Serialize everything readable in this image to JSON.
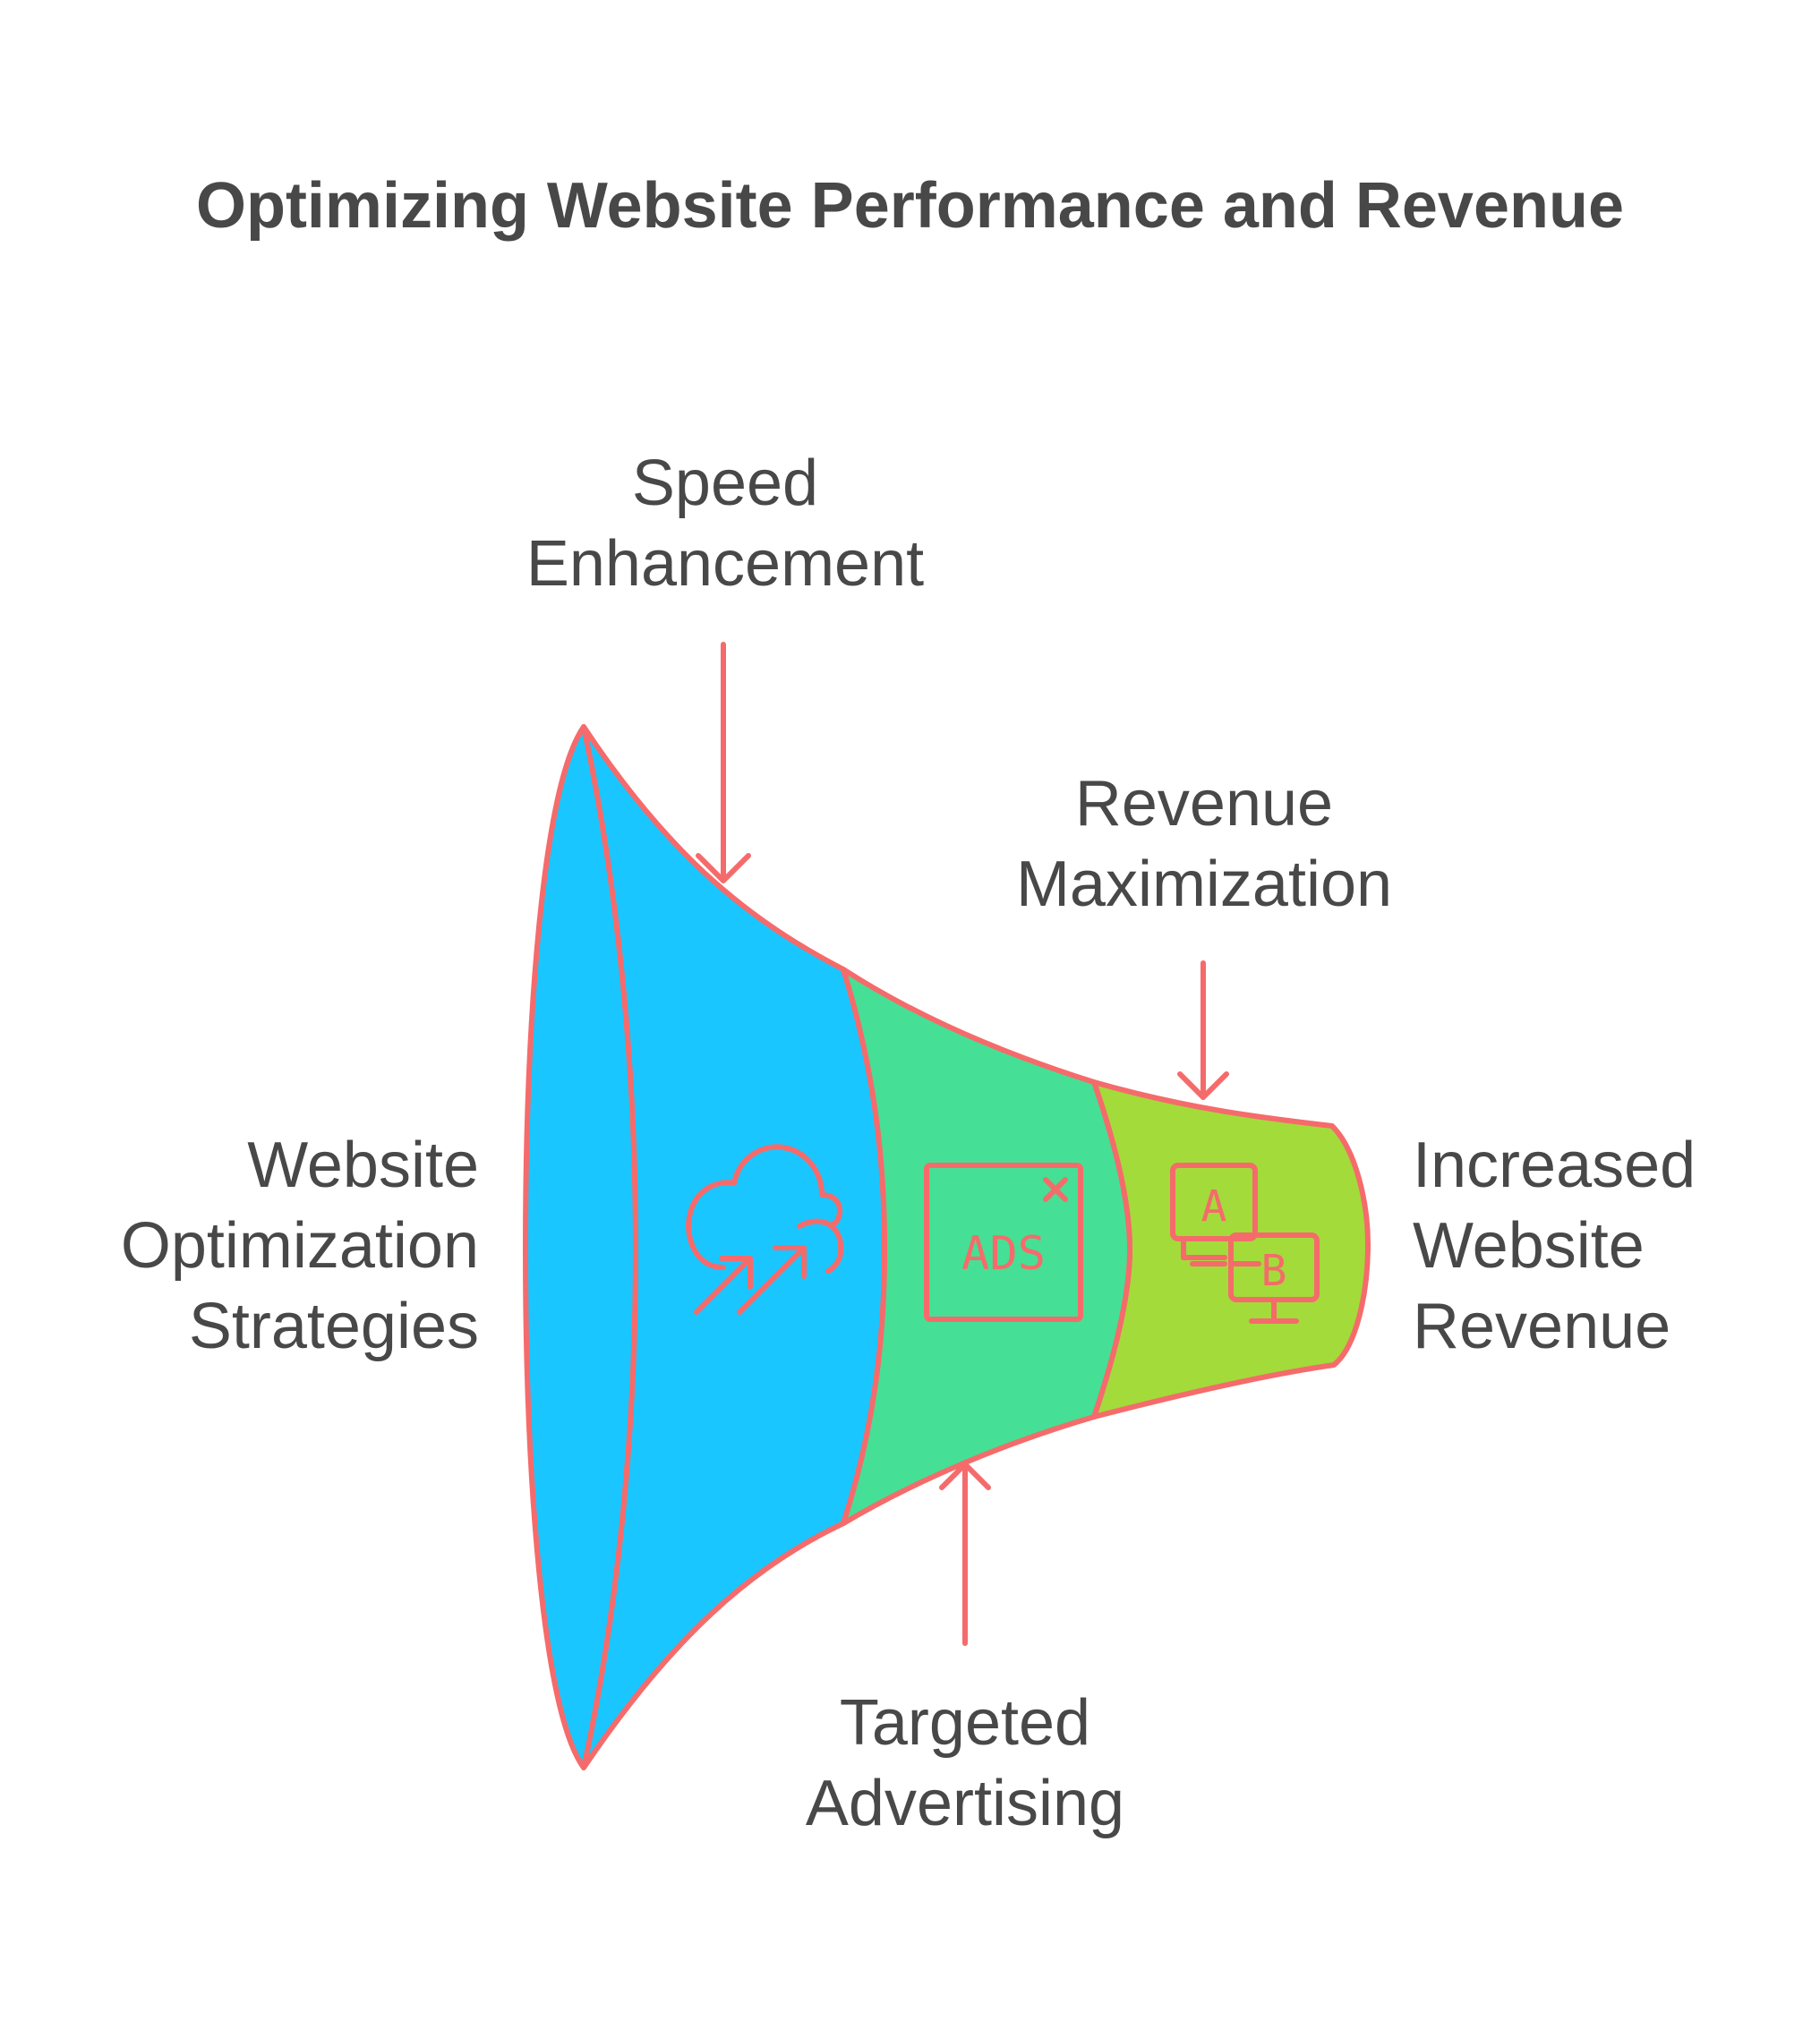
{
  "title": "Optimizing Website Performance and Revenue",
  "labels": {
    "input": [
      "Website",
      "Optimization",
      "Strategies"
    ],
    "speed": [
      "Speed",
      "Enhancement"
    ],
    "revenue": [
      "Revenue",
      "Maximization"
    ],
    "ads": [
      "Targeted",
      "Advertising"
    ],
    "output": [
      "Increased",
      "Website",
      "Revenue"
    ]
  },
  "icons": {
    "speed": "cloud-upload-arrows-icon",
    "ads": "ads-window-icon",
    "ab": "ab-test-icon",
    "ads_text": "ADS",
    "ab_a": "A",
    "ab_b": "B"
  },
  "colors": {
    "stroke": "#F56B6B",
    "stage1": "#1AC6FF",
    "stage2": "#45E095",
    "stage3": "#A3DB3A",
    "text": "#484848"
  }
}
